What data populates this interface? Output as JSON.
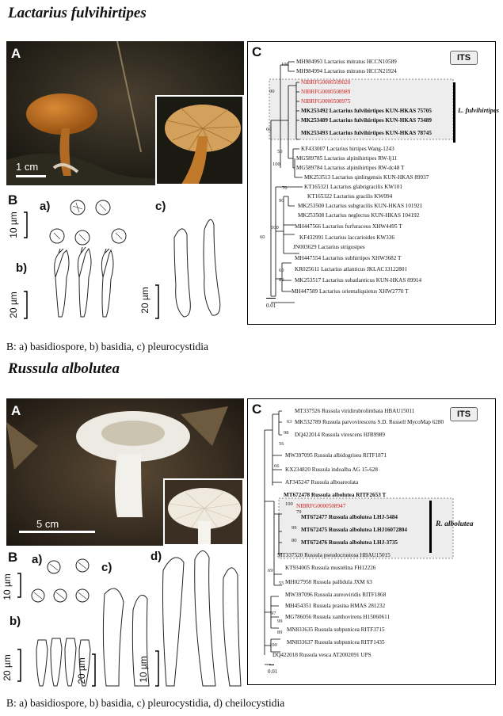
{
  "figure1": {
    "title": "Lactarius fulvihirtipes",
    "panel_a": "A",
    "panel_b": "B",
    "panel_c": "C",
    "sub_a": "a)",
    "sub_b": "b)",
    "sub_c": "c)",
    "scale_photo": "1 cm",
    "scale_spore": "10 µm",
    "scale_basidia": "20 µm",
    "scale_cyst": "20 µm",
    "tree_tag": "ITS",
    "tree_scale": "0.01",
    "clade_label": "L. fulvihirtipes",
    "leaves": [
      {
        "text": "MH984993 Lactarius mitratus HCCN10589",
        "style": ""
      },
      {
        "text": "MH984994 Lactarius mitratus HCCN21924",
        "style": ""
      },
      {
        "text": "NIBRFG0000509020",
        "style": "red"
      },
      {
        "text": "NIBRFG0000508989",
        "style": "red"
      },
      {
        "text": "NIBRFG0000508975",
        "style": "red"
      },
      {
        "text": "MK253492 Lactarius fulvihirtipes KUN-HKAS 75705",
        "style": "bold"
      },
      {
        "text": "MK253489 Lactarius fulvihirtipes KUN-HKAS 73489",
        "style": "bold"
      },
      {
        "text": "MK253493 Lactarius fulvihirtipes KUN-HKAS 78745",
        "style": "bold"
      },
      {
        "text": "KF433007 Lactarius hirtipes Wang-1243",
        "style": ""
      },
      {
        "text": "MG589785 Lactarius alpinihirtipes RW-lj11",
        "style": ""
      },
      {
        "text": "MG589784 Lactarius alpinihirtipes RW-dc48 T",
        "style": ""
      },
      {
        "text": "MK253513 Lactarius qinlingensis KUN-HKAS 89937",
        "style": ""
      },
      {
        "text": "KT165321 Lactarius glabrigracilis KW101",
        "style": ""
      },
      {
        "text": "KT165322 Lactarius gracilis KW094",
        "style": ""
      },
      {
        "text": "MK253500 Lactarius subgracilis KUN-HKAS 101921",
        "style": ""
      },
      {
        "text": "MK253508 Lactarius neglectus KUN-HKAS 104192",
        "style": ""
      },
      {
        "text": "MH447566 Lactarius furfuraceus XHW4495 T",
        "style": ""
      },
      {
        "text": "KF432991 Lactarius laccarioides KW336",
        "style": ""
      },
      {
        "text": "JN003629 Lactarius strigosipes",
        "style": ""
      },
      {
        "text": "MH447554 Lactarius subhirtipes XHW3682 T",
        "style": ""
      },
      {
        "text": "KR025611 Lactarius atlanticus JKLAC13122801",
        "style": ""
      },
      {
        "text": "MK253517 Lactarius subatlanticus KUN-HKAS 89914",
        "style": ""
      },
      {
        "text": "MH447589 Lactarius orientaliquietus XHW2770 T",
        "style": ""
      }
    ],
    "supports": [
      "100",
      "90",
      "60",
      "50",
      "100",
      "70",
      "90",
      "100",
      "60",
      "60",
      "80"
    ],
    "caption": "B: a) basidiospore, b) basidia, c) pleurocystidia"
  },
  "figure2": {
    "title": "Russula albolutea",
    "panel_a": "A",
    "panel_b": "B",
    "panel_c": "C",
    "sub_a": "a)",
    "sub_b": "b)",
    "sub_c": "c)",
    "sub_d": "d)",
    "scale_photo": "5 cm",
    "scale_spore": "10 µm",
    "scale_basidia": "20 µm",
    "scale_cyst": "20 µm",
    "scale_cheilo": "10 µm",
    "tree_tag": "ITS",
    "tree_scale": "0.01",
    "clade_label": "R. albolutea",
    "leaves": [
      {
        "text": "MT337526 Russula viridirubrolimbata HBAU15011",
        "style": ""
      },
      {
        "text": "MK532789 Russula parvovirescens S.D. Russell MycoMap 6280",
        "style": ""
      },
      {
        "text": "DQ422014 Russula virescens HJB9989",
        "style": ""
      },
      {
        "text": "MW397095 Russula albidogrisea RITF1871",
        "style": ""
      },
      {
        "text": "KX234820 Russula indoalba AG 15-628",
        "style": ""
      },
      {
        "text": "AF345247 Russula alboareolata",
        "style": ""
      },
      {
        "text": "MT672478 Russula albolutea RITF2653 T",
        "style": "bold"
      },
      {
        "text": "NIBRFG0000508947",
        "style": "red"
      },
      {
        "text": "MT672477 Russula albolutea LHJ-5484",
        "style": "bold"
      },
      {
        "text": "MT672475 Russula albolutea LHJ16072804",
        "style": "bold"
      },
      {
        "text": "MT672476 Russula albolutea LHJ-3735",
        "style": "bold"
      },
      {
        "text": "MT337520 Russula pseudocrustosa HBAU15015",
        "style": ""
      },
      {
        "text": "KT934005 Russula mustelina FH12226",
        "style": ""
      },
      {
        "text": "MH027958 Russula pallidula JXM 63",
        "style": ""
      },
      {
        "text": "MW397096 Russula aureoviridis RITF1868",
        "style": ""
      },
      {
        "text": "MH454351 Russula prasina HMAS 281232",
        "style": ""
      },
      {
        "text": "MG786056 Russula xanthovirens H15060611",
        "style": ""
      },
      {
        "text": "MN833635 Russula subpunicea RITF3715",
        "style": ""
      },
      {
        "text": "MN833637 Russula subpunicea RITF1435",
        "style": ""
      },
      {
        "text": "DQ422018 Russula vesca AT2002091 UPS",
        "style": ""
      }
    ],
    "supports": [
      "63",
      "98",
      "56",
      "66",
      "100",
      "79",
      "99",
      "80",
      "69",
      "55",
      "97",
      "99",
      "89",
      "100"
    ],
    "caption": "B: a) basidiospore, b) basidia, c) pleurocystidia, d) cheilocystidia"
  }
}
